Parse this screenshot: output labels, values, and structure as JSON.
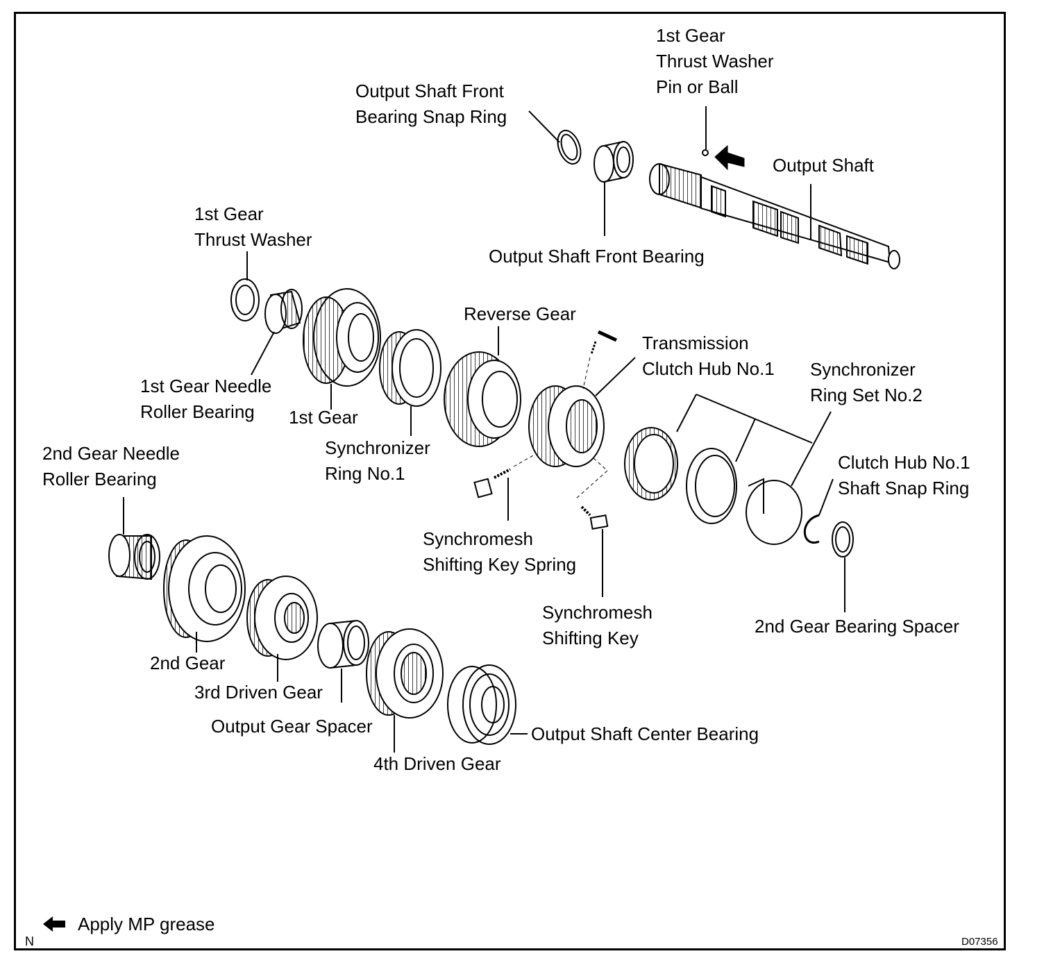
{
  "labels": {
    "pin_or_ball_1": "1st Gear",
    "pin_or_ball_2": "Thrust Washer",
    "pin_or_ball_3": "Pin or Ball",
    "front_snap_ring_1": "Output Shaft Front",
    "front_snap_ring_2": "Bearing Snap Ring",
    "output_shaft": "Output Shaft",
    "front_bearing": "Output Shaft Front Bearing",
    "thrust_washer_1": "1st Gear",
    "thrust_washer_2": "Thrust Washer",
    "needle_bearing_1_1": "1st Gear Needle",
    "needle_bearing_1_2": "Roller Bearing",
    "first_gear": "1st Gear",
    "reverse_gear": "Reverse Gear",
    "clutch_hub_1": "Transmission",
    "clutch_hub_2": "Clutch Hub No.1",
    "sync_ring_1_1": "Synchronizer",
    "sync_ring_1_2": "Ring No.1",
    "sync_ring_set_1": "Synchronizer",
    "sync_ring_set_2": "Ring Set No.2",
    "hub_snap_ring_1": "Clutch Hub No.1",
    "hub_snap_ring_2": "Shaft Snap Ring",
    "needle_bearing_2_1": "2nd Gear Needle",
    "needle_bearing_2_2": "Roller Bearing",
    "key_spring_1": "Synchromesh",
    "key_spring_2": "Shifting Key Spring",
    "shifting_key_1": "Synchromesh",
    "shifting_key_2": "Shifting Key",
    "bearing_spacer": "2nd Gear Bearing Spacer",
    "second_gear": "2nd Gear",
    "third_driven_gear": "3rd Driven Gear",
    "output_gear_spacer": "Output Gear Spacer",
    "center_bearing": "Output Shaft Center Bearing",
    "fourth_driven_gear": "4th Driven Gear"
  },
  "legend": {
    "text": "Apply MP grease",
    "icon": "arrow-left-icon"
  },
  "corner_mark": "N",
  "figure_code": "D07356"
}
